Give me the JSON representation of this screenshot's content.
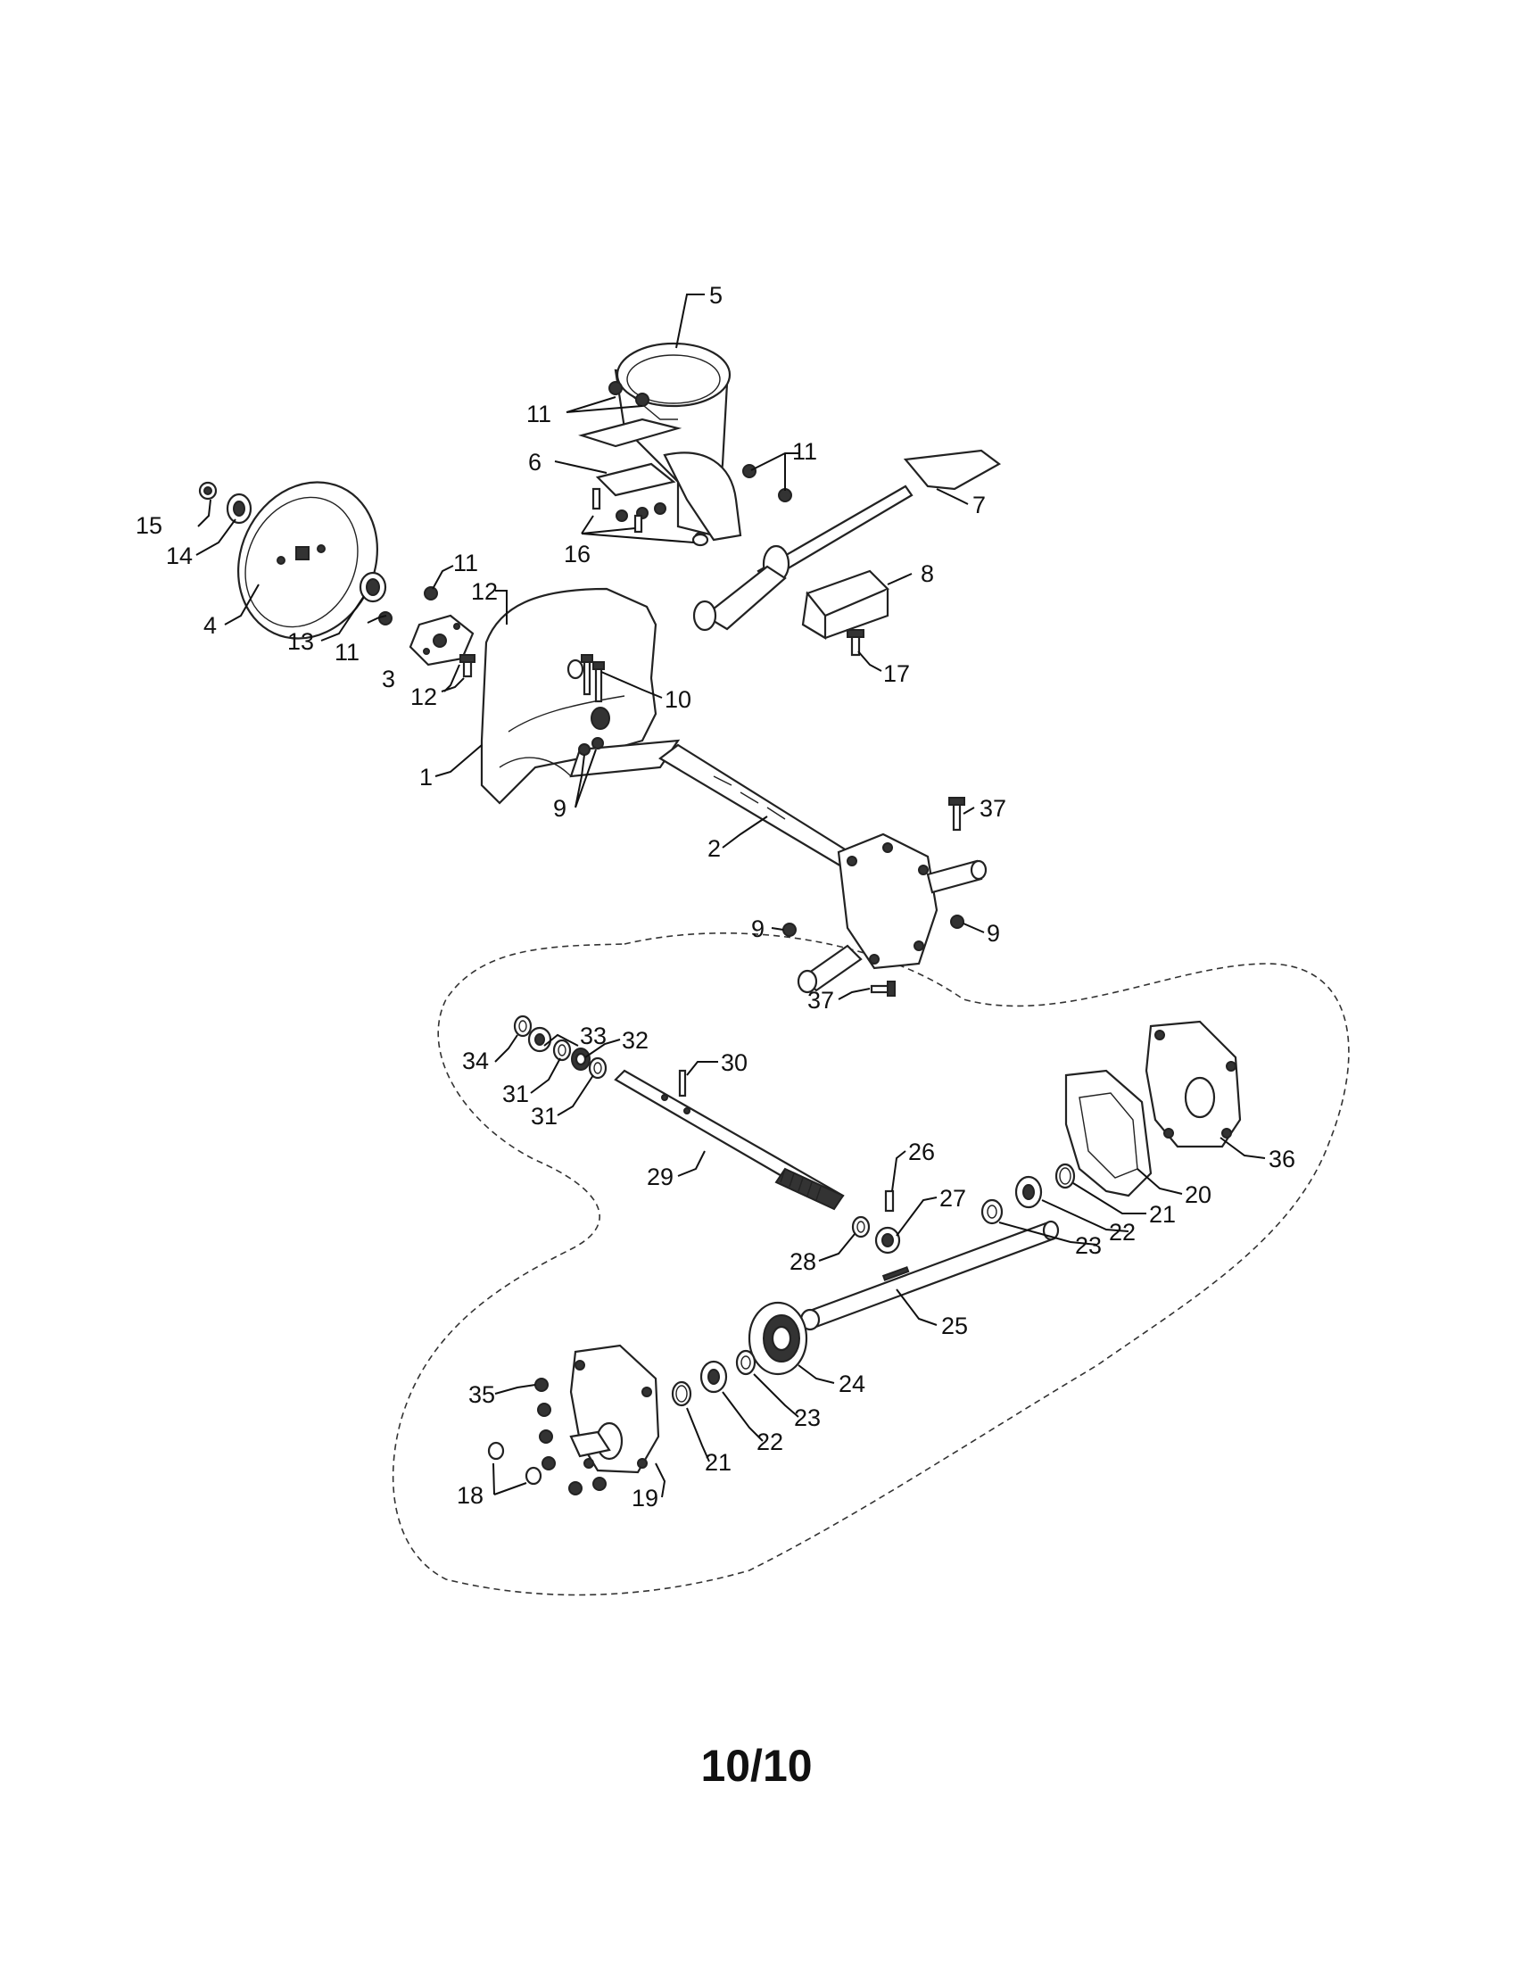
{
  "page_number": "10/10",
  "callouts": {
    "c1": "1",
    "c2": "2",
    "c3": "3",
    "c4": "4",
    "c5": "5",
    "c6": "6",
    "c7": "7",
    "c8": "8",
    "c9a": "9",
    "c9b": "9",
    "c9c": "9",
    "c10": "10",
    "c11a": "11",
    "c11b": "11",
    "c11c": "11",
    "c11d": "11",
    "c12a": "12",
    "c12b": "12",
    "c13": "13",
    "c14": "14",
    "c15": "15",
    "c16": "16",
    "c17": "17",
    "c18": "18",
    "c19": "19",
    "c20": "20",
    "c21a": "21",
    "c21b": "21",
    "c22a": "22",
    "c22b": "22",
    "c23a": "23",
    "c23b": "23",
    "c24": "24",
    "c25": "25",
    "c26": "26",
    "c27": "27",
    "c28": "28",
    "c29": "29",
    "c30": "30",
    "c31a": "31",
    "c31b": "31",
    "c32": "32",
    "c33": "33",
    "c34": "34",
    "c35": "35",
    "c36": "36",
    "c37a": "37",
    "c37b": "37"
  }
}
